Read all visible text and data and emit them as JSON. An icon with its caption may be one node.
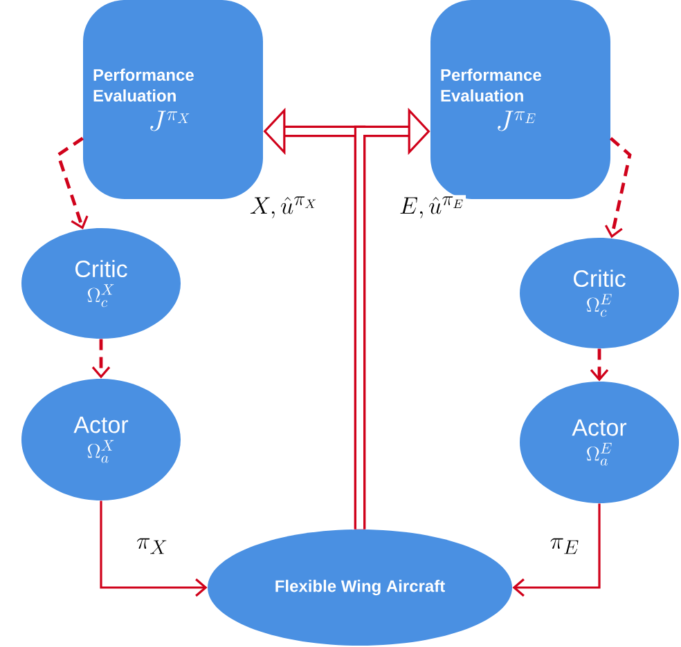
{
  "diagram": {
    "nodes": [
      {
        "text": [
          "Performance Evaluation",
          "J^{\\pi_X}"
        ]
      },
      {
        "text": [
          "Performance Evaluation",
          "J^{\\pi_E}"
        ]
      },
      {
        "text": [
          "Critic",
          "\\Omega_c^X"
        ]
      },
      {
        "text": [
          "Actor",
          "\\Omega_a^X"
        ]
      },
      {
        "text": [
          "Critic",
          "\\Omega_c^E"
        ]
      },
      {
        "text": [
          "Actor",
          "\\Omega_a^E"
        ]
      },
      {
        "text": [
          "Flexible Wing Aircraft"
        ]
      }
    ],
    "edges": [
      {
        "from": 0,
        "to": 2,
        "arrow": "to",
        "style": "dashed"
      },
      {
        "from": 2,
        "to": 3,
        "arrow": "to",
        "style": "dashed"
      },
      {
        "from": 1,
        "to": 4,
        "arrow": "to",
        "style": "dashed"
      },
      {
        "from": 4,
        "to": 5,
        "arrow": "to",
        "style": "dashed"
      },
      {
        "from": 3,
        "to": 6,
        "arrow": "to",
        "label": "\\pi_X"
      },
      {
        "from": 5,
        "to": 6,
        "arrow": "to",
        "label": "\\pi_E"
      },
      {
        "from": 6,
        "to": 0,
        "arrow": "to",
        "style": "thick",
        "label": "X,\\hat{u}^{\\pi_X}"
      },
      {
        "from": 6,
        "to": 1,
        "arrow": "to",
        "style": "thick",
        "label": "E,\\hat{u}^{\\pi_E}"
      }
    ]
  }
}
